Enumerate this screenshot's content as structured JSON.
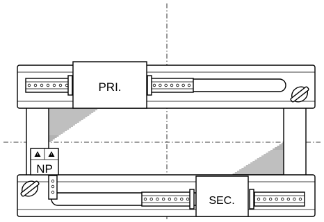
{
  "labels": {
    "primary": "PRI.",
    "secondary": "SEC.",
    "nameplate": "NP"
  }
}
